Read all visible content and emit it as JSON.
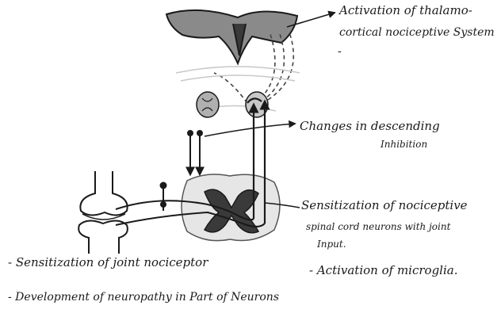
{
  "labels": {
    "thalamo_line1": "Activation of thalamo-",
    "thalamo_line2": "cortical nociceptive System",
    "dash": "-",
    "descending_line1": "Changes in descending",
    "descending_line2": "Inhibition",
    "sensitization_line1": "Sensitization of nociceptive",
    "sensitization_line2": "spinal cord neurons with joint",
    "sensitization_line3": "Input.",
    "microglia": "- Activation of microglia.",
    "joint_nociceptor": "- Sensitization of joint nociceptor",
    "neuropathy": "- Development of neuropathy in Part of Neurons"
  },
  "colors": {
    "ink": "#1a1a1a",
    "dark_fill": "#3a3a3a",
    "grey_fill": "#8a8a8a",
    "light_grey": "#c8c8c8",
    "background": "#ffffff"
  }
}
